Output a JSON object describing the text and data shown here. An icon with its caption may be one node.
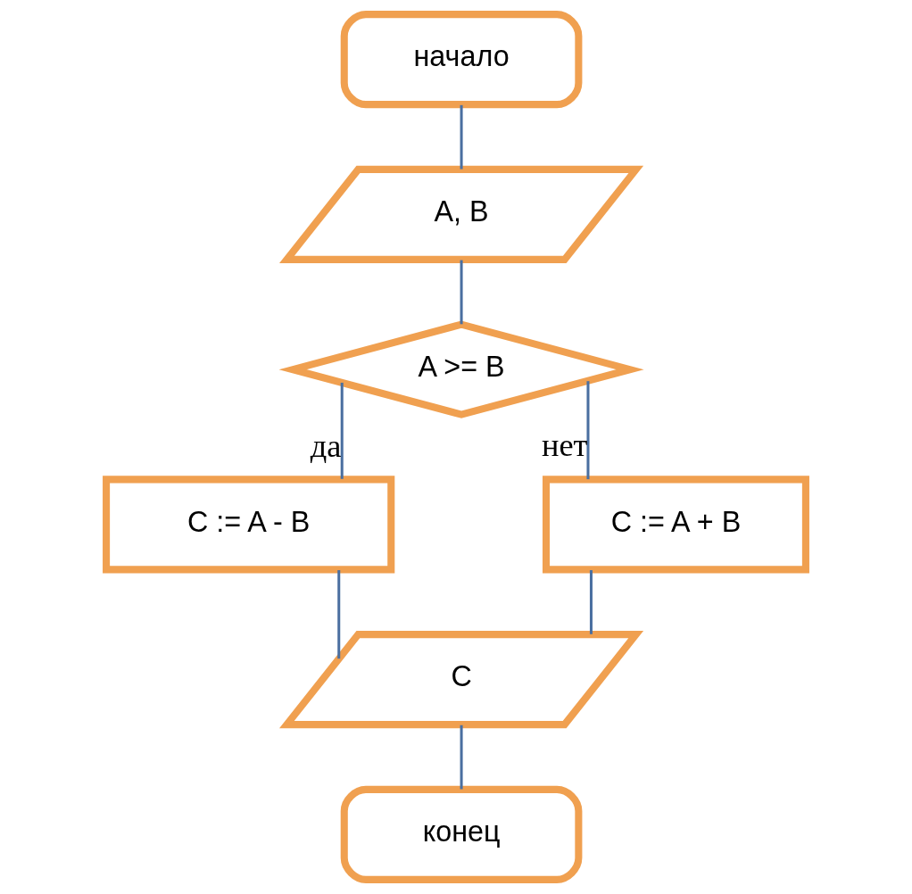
{
  "diagram": {
    "nodes": [
      {
        "text": [
          "начало"
        ]
      },
      {
        "text": [
          "A, B"
        ]
      },
      {
        "text": [
          "A >= B"
        ]
      },
      {
        "text": [
          "C := A - B"
        ]
      },
      {
        "text": [
          "C := A + B"
        ]
      },
      {
        "text": [
          "C"
        ]
      },
      {
        "text": [
          "конец"
        ]
      }
    ],
    "edges": [
      {
        "from": 0,
        "to": 1,
        "arrow": "none"
      },
      {
        "from": 1,
        "to": 2,
        "arrow": "none"
      },
      {
        "from": 2,
        "to": 3,
        "arrow": "none",
        "label": "да"
      },
      {
        "from": 2,
        "to": 4,
        "arrow": "none",
        "label": "нет"
      },
      {
        "from": 3,
        "to": 5,
        "arrow": "none"
      },
      {
        "from": 4,
        "to": 5,
        "arrow": "none"
      },
      {
        "from": 5,
        "to": 6,
        "arrow": "none"
      }
    ]
  }
}
